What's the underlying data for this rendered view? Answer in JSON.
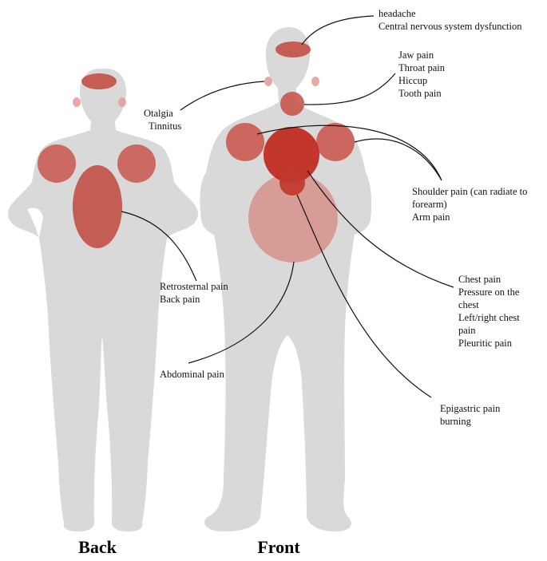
{
  "figures": {
    "back_title": "Back",
    "front_title": "Front"
  },
  "labels": {
    "headache": [
      "headache",
      "Central nervous system dysfunction"
    ],
    "jaw": [
      "Jaw pain",
      "Throat pain",
      "Hiccup",
      "Tooth pain"
    ],
    "ear": [
      "Otalgia",
      "Tinnitus"
    ],
    "shoulder": [
      "Shoulder pain (can radiate to",
      "forearm)",
      "Arm pain"
    ],
    "back": [
      "Retrosternal pain",
      "Back pain"
    ],
    "chest": [
      "Chest pain",
      "Pressure on the",
      "chest",
      "Left/right chest",
      "pain",
      "Pleuritic pain"
    ],
    "abdominal": [
      "Abdominal pain"
    ],
    "epigastric": [
      "Epigastric pain",
      "burning"
    ]
  },
  "colors": {
    "silhouette": "#d9d9d9",
    "zone_medium": "#c8564c",
    "zone_dark": "#c0281c",
    "zone_light": "#d7908a"
  }
}
